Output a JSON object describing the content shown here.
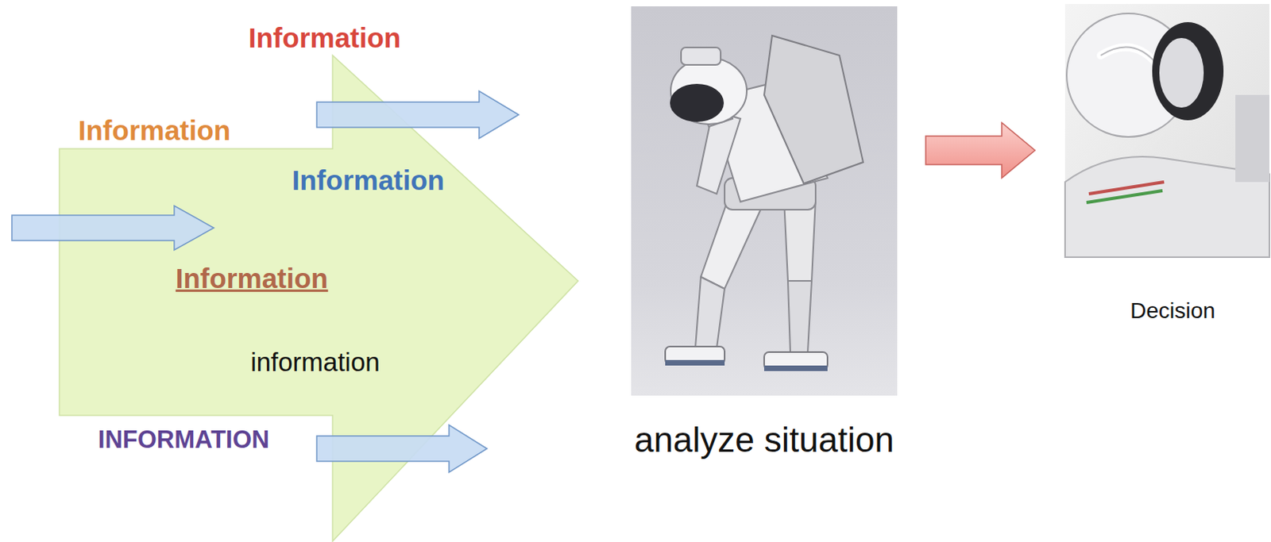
{
  "diagram": {
    "nodes": [
      {
        "text": [
          "Information",
          "Information",
          "Information",
          "Information",
          "information",
          "INFORMATION"
        ]
      },
      {
        "text": [
          "analyze situation"
        ]
      },
      {
        "text": [
          "Decision"
        ]
      }
    ],
    "edges": [
      {
        "from": 1,
        "to": 2,
        "arrow": "to"
      }
    ]
  }
}
